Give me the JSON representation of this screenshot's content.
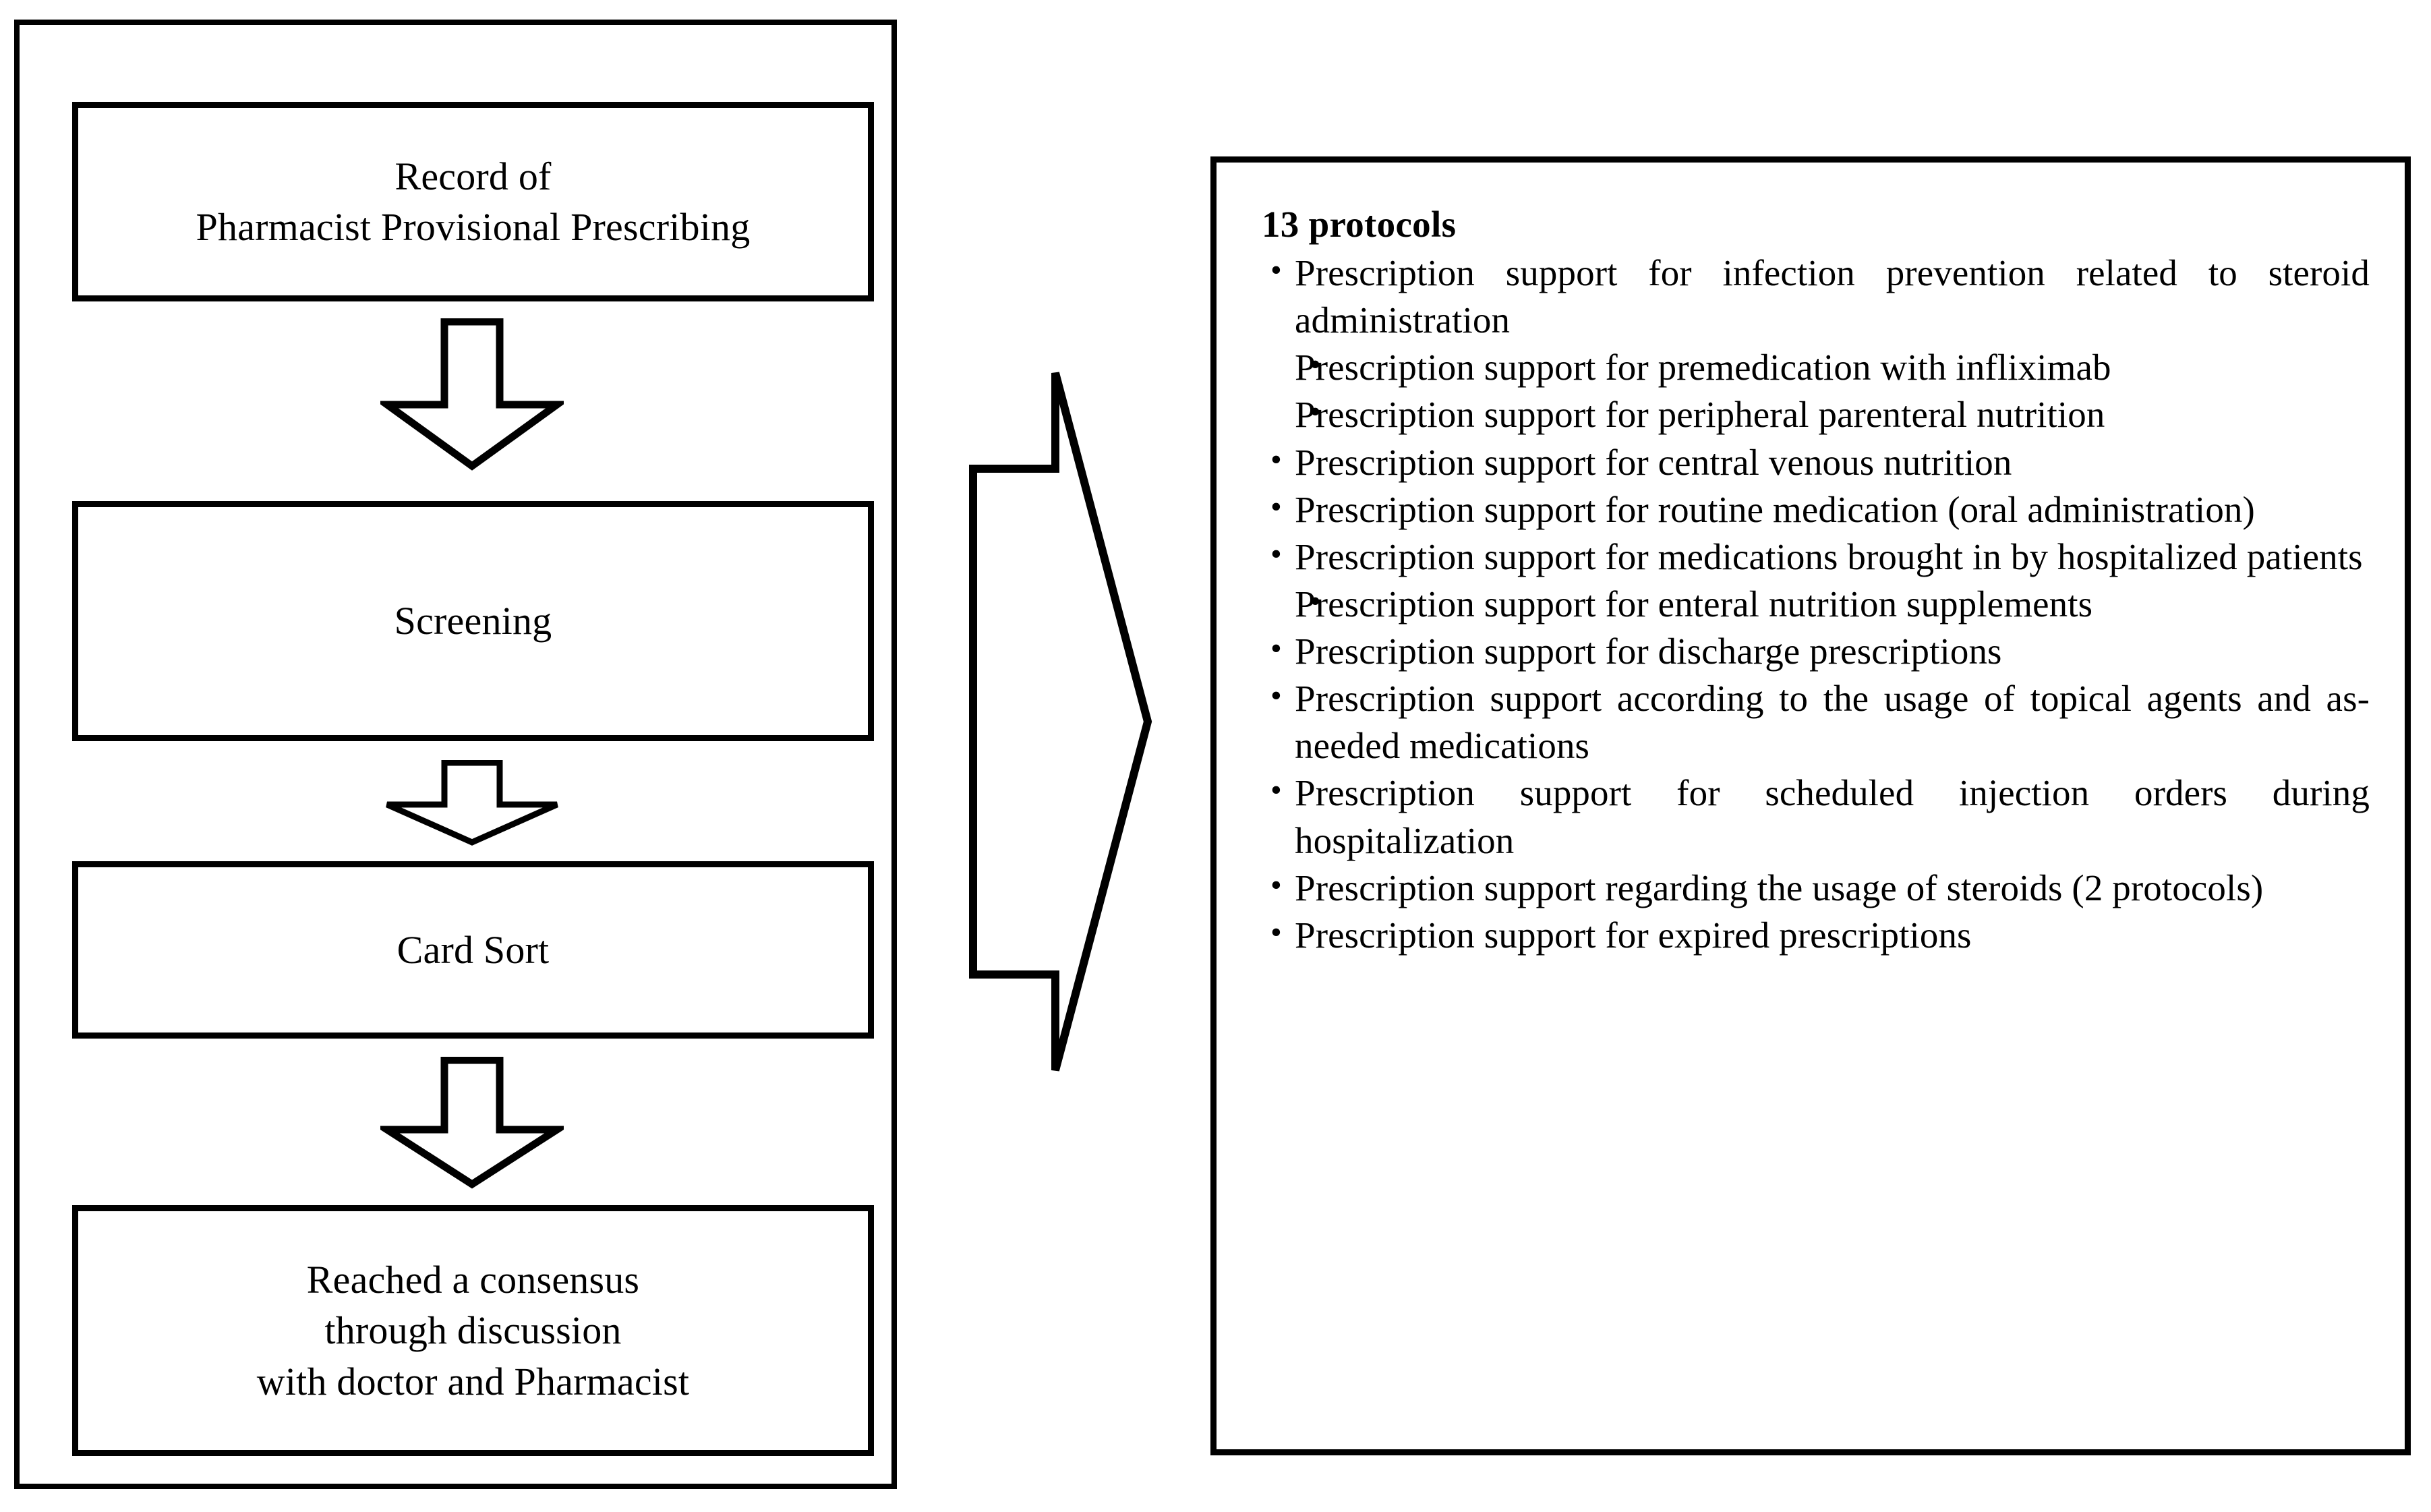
{
  "flow": {
    "boxes": [
      {
        "id": "record",
        "lines": [
          "Record of",
          "Pharmacist Provisional Prescribing"
        ]
      },
      {
        "id": "screening",
        "lines": [
          "Screening"
        ]
      },
      {
        "id": "cardsort",
        "lines": [
          "Card Sort"
        ]
      },
      {
        "id": "consensus",
        "lines": [
          "Reached a consensus",
          "through discussion",
          "with doctor and Pharmacist"
        ]
      }
    ],
    "arrow_icon_name": "down-arrow-icon",
    "transition_icon_name": "right-block-arrow-icon"
  },
  "protocols": {
    "title": "13 protocols",
    "bullet_glyph": "•",
    "items": [
      "Prescription support for infection prevention related to steroid administration",
      "Prescription support for premedication with infliximab",
      "Prescription support for peripheral parenteral nutrition",
      "Prescription support for central venous nutrition",
      "Prescription support for routine medication (oral administration)",
      "Prescription support for medications brought in by hospitalized patients",
      "Prescription support for enteral nutrition supplements",
      "Prescription support for discharge prescriptions",
      "Prescription support according to the usage of topical agents and as-needed medications",
      "Prescription support for scheduled injection orders during hospitalization",
      "Prescription support regarding the usage of steroids (2 protocols)",
      "Prescription support for expired prescriptions"
    ]
  },
  "colors": {
    "stroke": "#000000",
    "background": "#ffffff"
  }
}
